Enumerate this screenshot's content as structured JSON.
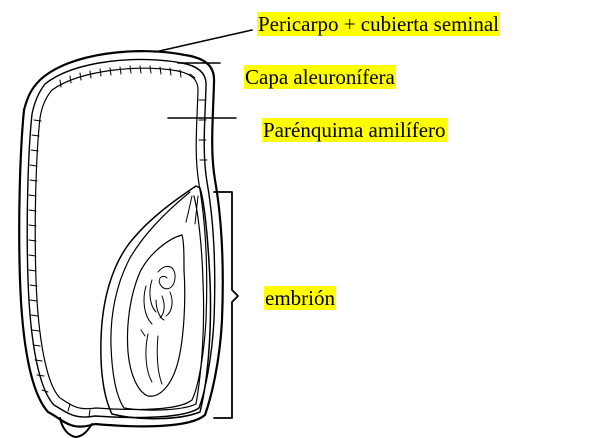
{
  "labels": {
    "pericarp": "Pericarpo + cubierta seminal",
    "aleurone": "Capa aleuronífera",
    "parenchyma": "Parénquima amilífero",
    "embryo": "embrión"
  },
  "colors": {
    "highlight": "#ffff00",
    "ink": "#000000",
    "background": "#ffffff"
  }
}
